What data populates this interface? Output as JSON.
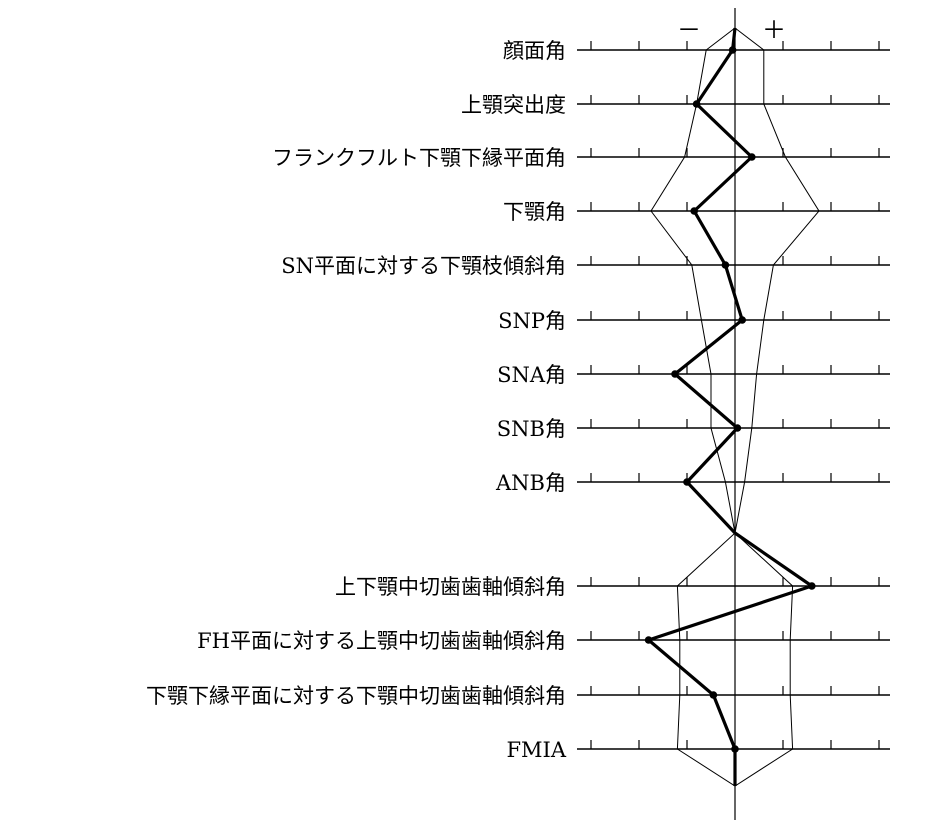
{
  "chart_data": {
    "type": "line",
    "title": "",
    "xlabel": "",
    "ylabel": "",
    "sign_labels": {
      "minus": "－",
      "plus": "＋"
    },
    "xlim": [
      -3,
      3
    ],
    "grid": false,
    "legend": "none",
    "categories": [
      "顔面角",
      "上顎突出度",
      "フランクフルト下顎下縁平面角",
      "下顎角",
      "SN平面に対する下顎枝傾斜角",
      "SNP角",
      "SNA角",
      "SNB角",
      "ANB角",
      "上下顎中切歯歯軸傾斜角",
      "FH平面に対する上顎中切歯歯軸傾斜角",
      "下顎下縁平面に対する下顎中切歯歯軸傾斜角",
      "FMIA"
    ],
    "series": [
      {
        "values": [
          -0.05,
          -0.8,
          0.35,
          -0.85,
          -0.2,
          0.15,
          -1.25,
          0.05,
          -1.0,
          1.6,
          -1.8,
          -0.45,
          0.0
        ]
      }
    ],
    "reference_band": {
      "lower": [
        -0.6,
        -0.8,
        -1.05,
        -1.75,
        -0.9,
        -0.7,
        -0.5,
        -0.5,
        -0.2,
        -1.2,
        -1.15,
        -1.15,
        -1.2
      ],
      "upper": [
        0.6,
        0.6,
        1.05,
        1.75,
        0.8,
        0.6,
        0.45,
        0.35,
        0.2,
        1.2,
        1.15,
        1.15,
        1.2
      ]
    },
    "colors": {
      "ink": "#000000",
      "background": "#ffffff"
    }
  }
}
